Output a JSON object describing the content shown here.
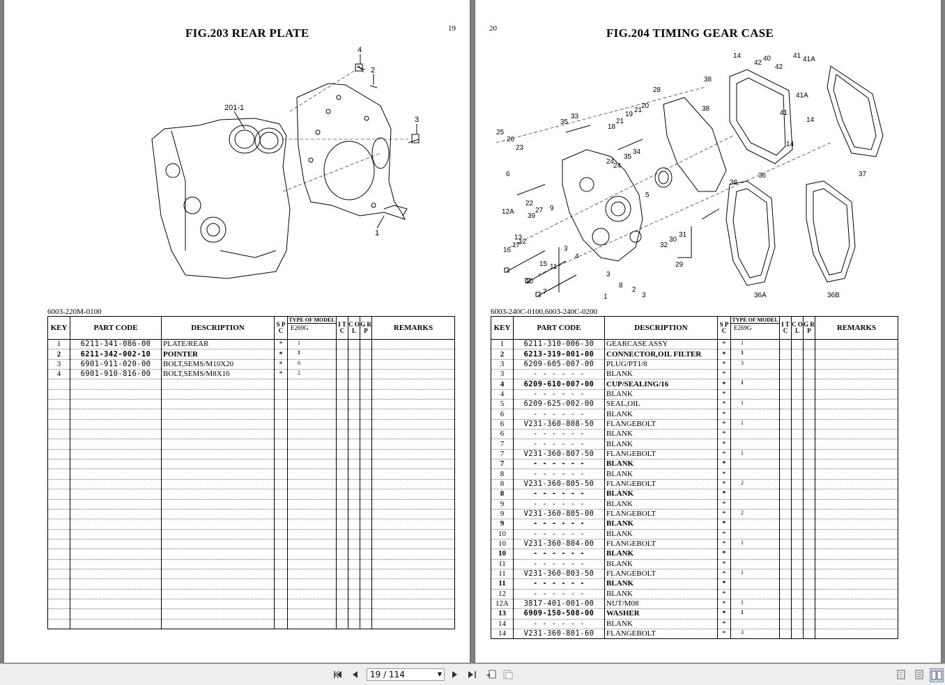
{
  "left_page": {
    "title": "FIG.203  REAR PLATE",
    "page_number": "19",
    "drawing_code": "6003-220M-0100",
    "callouts": [
      "4",
      "2",
      "201-1",
      "3",
      "1"
    ],
    "table": {
      "headers": {
        "key": "KEY",
        "part_code": "PART CODE",
        "description": "DESCRIPTION",
        "spc": "S P C",
        "type_of_model": "TYPE OF MODEL",
        "model": "E269G",
        "itc": "I T C",
        "col": "C O L",
        "grp": "G R P",
        "remarks": "REMARKS"
      },
      "rows": [
        {
          "key": "1",
          "code": "6211-341-086-00",
          "desc": "PLATE/REAR",
          "spc": "*",
          "qty": "1",
          "bold": false
        },
        {
          "key": "2",
          "code": "6211-342-002-10",
          "desc": "POINTER",
          "spc": "*",
          "qty": "1",
          "bold": true
        },
        {
          "key": "3",
          "code": "6901-911-020-00",
          "desc": "BOLT,SEMS/M10X20",
          "spc": "*",
          "qty": "6",
          "bold": false
        },
        {
          "key": "4",
          "code": "6901-910-816-00",
          "desc": "BOLT,SEMS/M8X16",
          "spc": "*",
          "qty": "2",
          "bold": false
        }
      ],
      "total_rows": 29
    }
  },
  "right_page": {
    "title": "FIG.204  TIMING GEAR CASE",
    "page_number": "20",
    "drawing_code": "6003-240C-0100,6003-240C-0200",
    "callouts": [
      "14",
      "42",
      "40",
      "42",
      "41",
      "41A",
      "38",
      "28",
      "38",
      "41A",
      "14",
      "14",
      "41",
      "35",
      "33",
      "18",
      "21",
      "19",
      "21",
      "20",
      "25",
      "26",
      "23",
      "24",
      "24",
      "35",
      "34",
      "36",
      "37",
      "38",
      "6",
      "22",
      "27",
      "9",
      "5",
      "12A",
      "39",
      "13",
      "16",
      "17",
      "12",
      "3",
      "32",
      "30",
      "31",
      "15",
      "11",
      "4",
      "29",
      "10",
      "7",
      "3",
      "8",
      "2",
      "1",
      "3",
      "36A",
      "36B"
    ],
    "table": {
      "headers": {
        "key": "KEY",
        "part_code": "PART CODE",
        "description": "DESCRIPTION",
        "spc": "S P C",
        "type_of_model": "TYPE OF MODEL",
        "model": "E269G",
        "itc": "I T C",
        "col": "C O L",
        "grp": "G R P",
        "remarks": "REMARKS"
      },
      "rows": [
        {
          "key": "1",
          "code": "6211-310-006-30",
          "desc": "GEARCASE      ASSY",
          "spc": "*",
          "qty": "1",
          "bold": false
        },
        {
          "key": "2",
          "code": "6213-319-001-00",
          "desc": "CONNECTOR,OIL FILTER",
          "spc": "*",
          "qty": "1",
          "bold": true
        },
        {
          "key": "3",
          "code": "6209-605-007-00",
          "desc": "PLUG/PT1/8",
          "spc": "*",
          "qty": "3",
          "bold": false
        },
        {
          "key": "3",
          "code": "- - - - - -",
          "desc": "BLANK",
          "spc": "*",
          "qty": "",
          "bold": false
        },
        {
          "key": "4",
          "code": "6209-610-007-00",
          "desc": "CUP/SEALING/16",
          "spc": "*",
          "qty": "1",
          "bold": true
        },
        {
          "key": "4",
          "code": "- - - - - -",
          "desc": "BLANK",
          "spc": "*",
          "qty": "",
          "bold": false
        },
        {
          "key": "5",
          "code": "6209-625-002-00",
          "desc": "SEAL,OIL",
          "spc": "*",
          "qty": "1",
          "bold": false
        },
        {
          "key": "6",
          "code": "- - - - - -",
          "desc": "BLANK",
          "spc": "*",
          "qty": "",
          "bold": false
        },
        {
          "key": "6",
          "code": "V231-360-808-50",
          "desc": "FLANGEBOLT",
          "spc": "*",
          "qty": "1",
          "bold": false
        },
        {
          "key": "6",
          "code": "- - - - - -",
          "desc": "BLANK",
          "spc": "*",
          "qty": "",
          "bold": false
        },
        {
          "key": "7",
          "code": "- - - - - -",
          "desc": "BLANK",
          "spc": "*",
          "qty": "",
          "bold": false
        },
        {
          "key": "7",
          "code": "V231-360-807-50",
          "desc": "FLANGEBOLT",
          "spc": "*",
          "qty": "1",
          "bold": false
        },
        {
          "key": "7",
          "code": "- - - - - -",
          "desc": "BLANK",
          "spc": "*",
          "qty": "",
          "bold": true
        },
        {
          "key": "8",
          "code": "- - - - - -",
          "desc": "BLANK",
          "spc": "*",
          "qty": "",
          "bold": false
        },
        {
          "key": "8",
          "code": "V231-360-805-50",
          "desc": "FLANGEBOLT",
          "spc": "*",
          "qty": "2",
          "bold": false
        },
        {
          "key": "8",
          "code": "- - - - - -",
          "desc": "BLANK",
          "spc": "*",
          "qty": "",
          "bold": true
        },
        {
          "key": "9",
          "code": "- - - - - -",
          "desc": "BLANK",
          "spc": "*",
          "qty": "",
          "bold": false
        },
        {
          "key": "9",
          "code": "V231-360-805-00",
          "desc": "FLANGEBOLT",
          "spc": "*",
          "qty": "2",
          "bold": false
        },
        {
          "key": "9",
          "code": "- - - - - -",
          "desc": "BLANK",
          "spc": "*",
          "qty": "",
          "bold": true
        },
        {
          "key": "10",
          "code": "- - - - - -",
          "desc": "BLANK",
          "spc": "*",
          "qty": "",
          "bold": false
        },
        {
          "key": "10",
          "code": "V231-360-804-00",
          "desc": "FLANGEBOLT",
          "spc": "*",
          "qty": "1",
          "bold": false
        },
        {
          "key": "10",
          "code": "- - - - - -",
          "desc": "BLANK",
          "spc": "*",
          "qty": "",
          "bold": true
        },
        {
          "key": "11",
          "code": "- - - - - -",
          "desc": "BLANK",
          "spc": "*",
          "qty": "",
          "bold": false
        },
        {
          "key": "11",
          "code": "V231-360-803-50",
          "desc": "FLANGEBOLT",
          "spc": "*",
          "qty": "1",
          "bold": false
        },
        {
          "key": "11",
          "code": "- - - - - -",
          "desc": "BLANK",
          "spc": "*",
          "qty": "",
          "bold": true
        },
        {
          "key": "12",
          "code": "- - - - - -",
          "desc": "BLANK",
          "spc": "*",
          "qty": "",
          "bold": false
        },
        {
          "key": "12A",
          "code": "3817-401-001-00",
          "desc": "NUT/M08",
          "spc": "*",
          "qty": "1",
          "bold": false
        },
        {
          "key": "13",
          "code": "6909-150-508-00",
          "desc": "WASHER",
          "spc": "*",
          "qty": "1",
          "bold": true
        },
        {
          "key": "14",
          "code": "- - - - - -",
          "desc": "BLANK",
          "spc": "*",
          "qty": "",
          "bold": false
        },
        {
          "key": "14",
          "code": "V231-360-801-60",
          "desc": "FLANGEBOLT",
          "spc": "*",
          "qty": "3",
          "bold": false
        }
      ],
      "total_rows": 30
    }
  },
  "toolbar": {
    "page_indicator": "19 / 114",
    "icons": [
      "first-page-icon",
      "prev-page-icon",
      "next-page-icon",
      "last-page-icon",
      "view-back-icon",
      "view-forward-icon",
      "single-page-view-icon",
      "continuous-view-icon",
      "facing-pages-view-icon"
    ]
  }
}
